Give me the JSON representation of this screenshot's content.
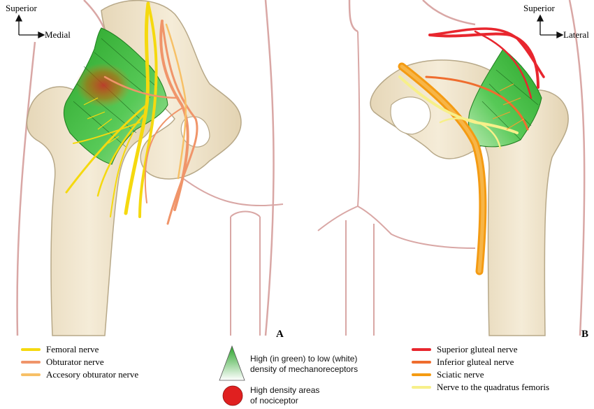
{
  "panels": {
    "A": {
      "letter": "A",
      "orientation": {
        "vertical": "Superior",
        "horizontal": "Medial"
      }
    },
    "B": {
      "letter": "B",
      "orientation": {
        "vertical": "Superior",
        "horizontal": "Lateral"
      }
    }
  },
  "legend": {
    "nerves_anterior": [
      {
        "label": "Femoral nerve",
        "color": "#f5d90f"
      },
      {
        "label": "Obturator nerve",
        "color": "#f0956a"
      },
      {
        "label": "Accesory obturator nerve",
        "color": "#f7c067"
      }
    ],
    "density": {
      "mechano_line1": "High (in green) to low (white)",
      "mechano_line2": "density of mechanoreceptors",
      "noci_line1": "High density areas",
      "noci_line2": "of nociceptor",
      "mechano_color": "#3dbb3d",
      "noci_color": "#e02020"
    },
    "nerves_posterior": [
      {
        "label": "Superior gluteal nerve",
        "color": "#e8262e"
      },
      {
        "label": "Inferior gluteal nerve",
        "color": "#ef6d2e"
      },
      {
        "label": "Sciatic nerve",
        "color": "#f49b13"
      },
      {
        "label": "Nerve to the quadratus femoris",
        "color": "#f7f08a"
      }
    ]
  },
  "colors": {
    "bone_fill": "#efe3c9",
    "bone_stroke": "#b7a888",
    "skin_line": "#d9a7a5"
  }
}
